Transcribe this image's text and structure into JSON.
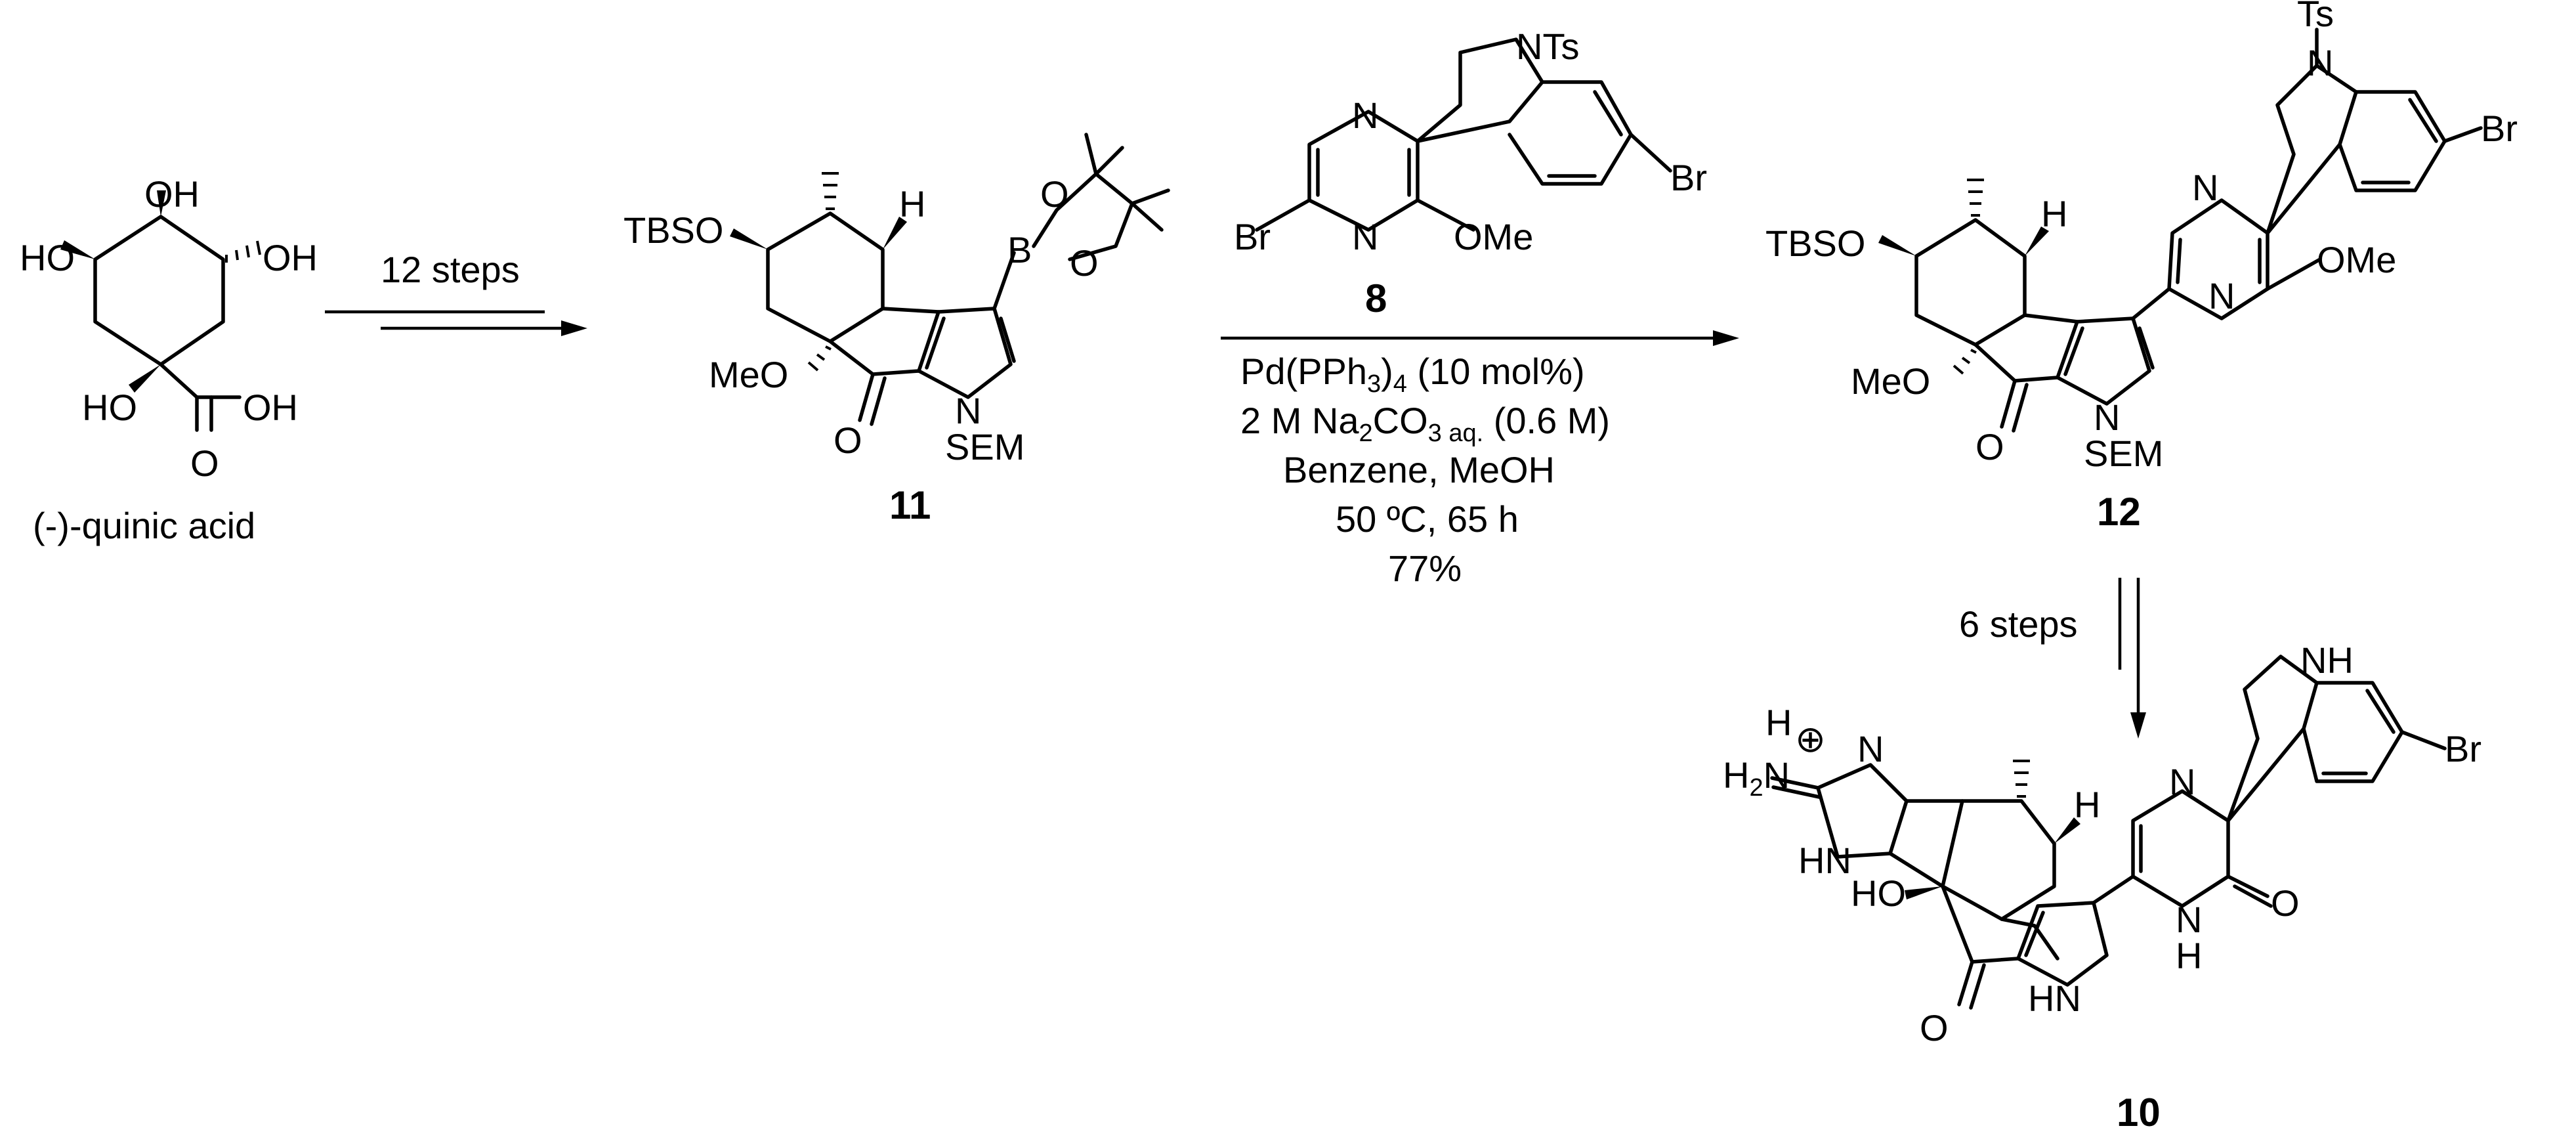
{
  "compounds": {
    "quinic": {
      "name": "(-)-quinic acid",
      "atoms": [
        "OH",
        "HO",
        "OH",
        "HO",
        "OH",
        "O"
      ]
    },
    "c11": {
      "label": "11",
      "atoms": [
        "TBSO",
        "H",
        "O",
        "B",
        "O",
        "MeO",
        "O",
        "N",
        "SEM"
      ]
    },
    "c8": {
      "label": "8",
      "atoms": [
        "NTs",
        "N",
        "Br",
        "Br",
        "N",
        "OMe"
      ]
    },
    "c12": {
      "label": "12",
      "atoms": [
        "Ts",
        "N",
        "Br",
        "TBSO",
        "H",
        "N",
        "N",
        "OMe",
        "MeO",
        "O",
        "N",
        "SEM"
      ]
    },
    "c10": {
      "label": "10",
      "atoms": [
        "H",
        "N",
        "HN",
        "NH",
        "H",
        "N",
        "HO",
        "O",
        "HN",
        "N",
        "H",
        "O",
        "Br",
        "⊕"
      ],
      "h2n": {
        "main": "H",
        "sub": "2",
        "tail": "N"
      }
    }
  },
  "arrows": {
    "step1": "12 steps",
    "step3": "6 steps"
  },
  "conditions": {
    "line1": {
      "a": "Pd(PPh",
      "sub": "3",
      "b": ")",
      "sub2": "4",
      "c": " (10 mol%)"
    },
    "line2": {
      "a": "2 M Na",
      "sub": "2",
      "b": "CO",
      "sub2": "3 aq.",
      "c": " (0.6 M)"
    },
    "line3": "Benzene, MeOH",
    "line4": "50 ºC, 65 h",
    "line5": "77%"
  }
}
